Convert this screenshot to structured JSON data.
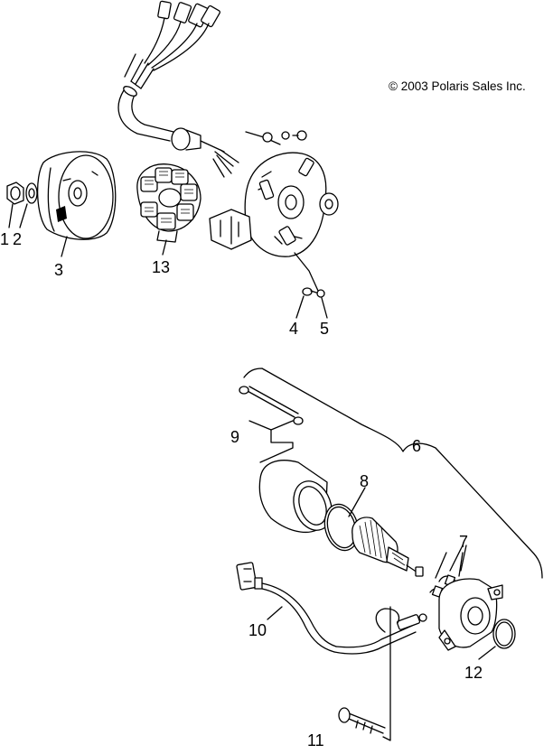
{
  "copyright": "© 2003 Polaris Sales Inc.",
  "callouts": {
    "c1": "1",
    "c2": "2",
    "c3": "3",
    "c4": "4",
    "c5": "5",
    "c6": "6",
    "c7": "7",
    "c8": "8",
    "c9": "9",
    "c10": "10",
    "c11": "11",
    "c12": "12",
    "c13": "13"
  }
}
